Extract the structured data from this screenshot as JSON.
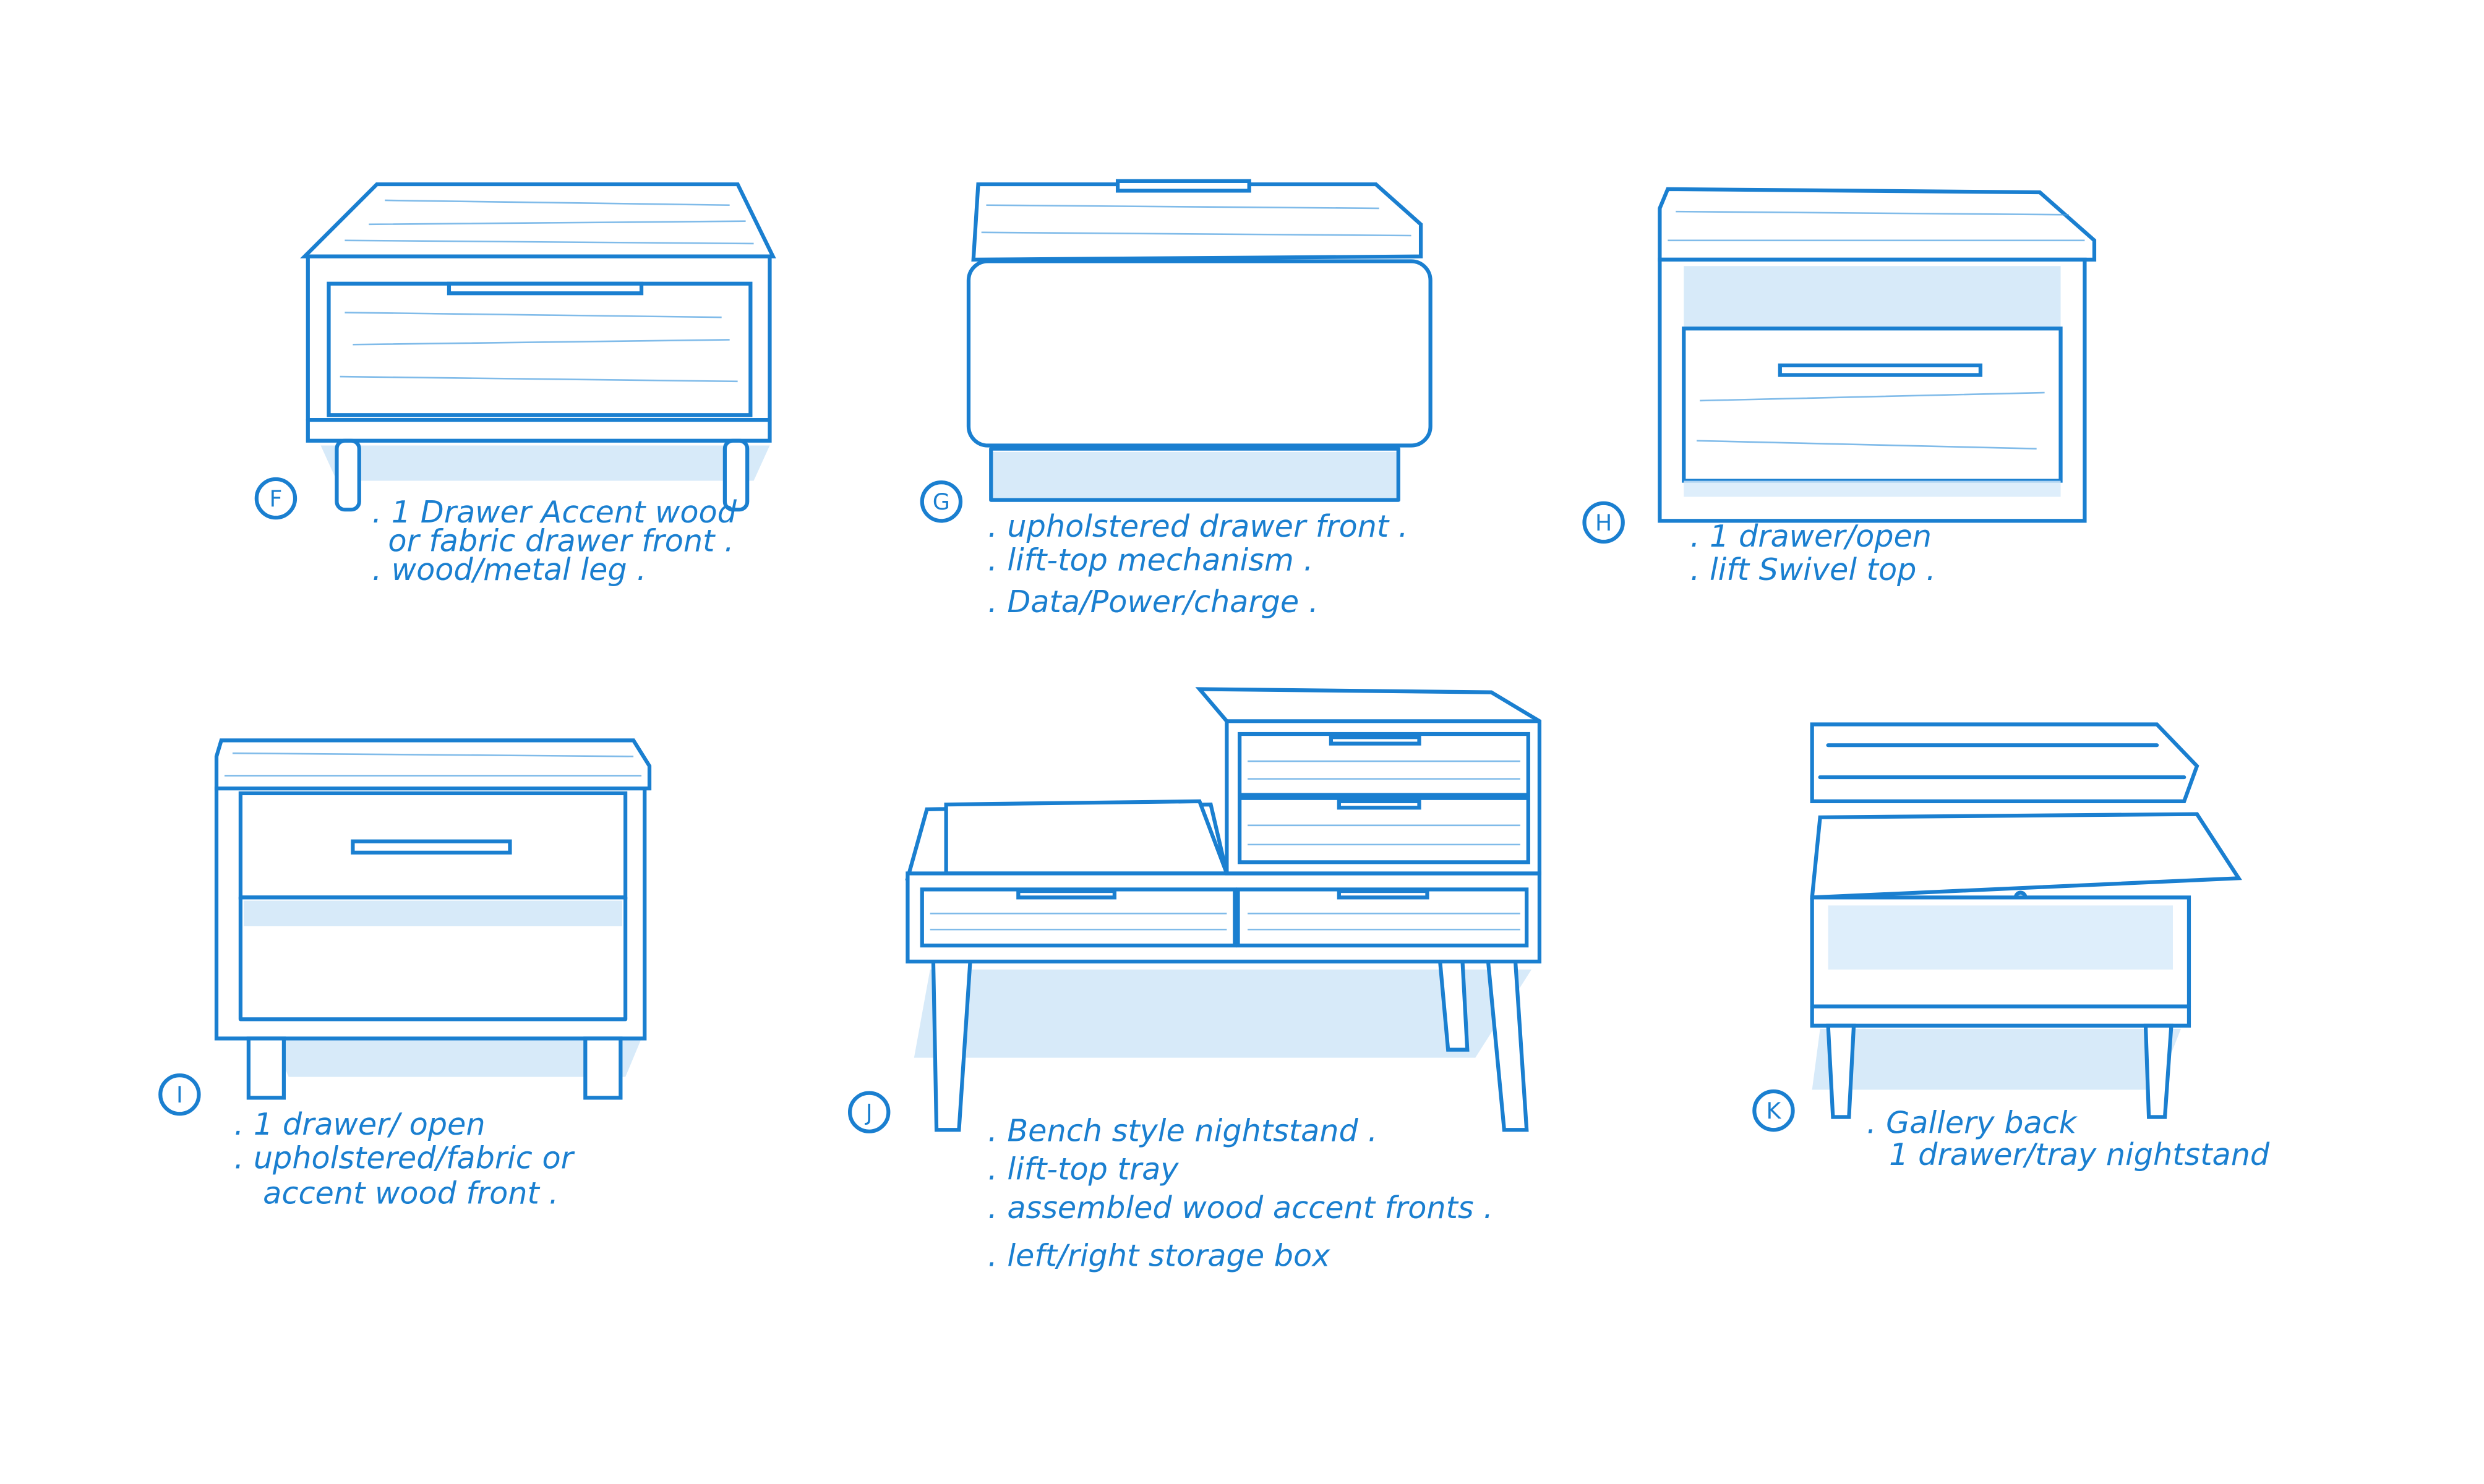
{
  "stroke_color": "#1a7fd0",
  "shade_color": "#bcdcf5",
  "designs": [
    {
      "label": "F",
      "notes": [
        ". 1 Drawer Accent wood",
        "or fabric drawer front .",
        ". wood/metal leg ."
      ]
    },
    {
      "label": "G",
      "notes": [
        ". upholstered drawer front .",
        ". lift-top mechanism .",
        ". Data/Power/charge ."
      ]
    },
    {
      "label": "H",
      "notes": [
        ". 1 drawer/open",
        ". lift Swivel top ."
      ]
    },
    {
      "label": "I",
      "notes": [
        ". 1 drawer/ open",
        ". upholstered/fabric or",
        "accent wood front ."
      ]
    },
    {
      "label": "J",
      "notes": [
        ". Bench style nightstand .",
        ". lift-top tray",
        ". assembled wood accent fronts .",
        ". left/right storage box"
      ]
    },
    {
      "label": "K",
      "notes": [
        ". Gallery back",
        "1 drawer/tray nightstand"
      ]
    }
  ]
}
